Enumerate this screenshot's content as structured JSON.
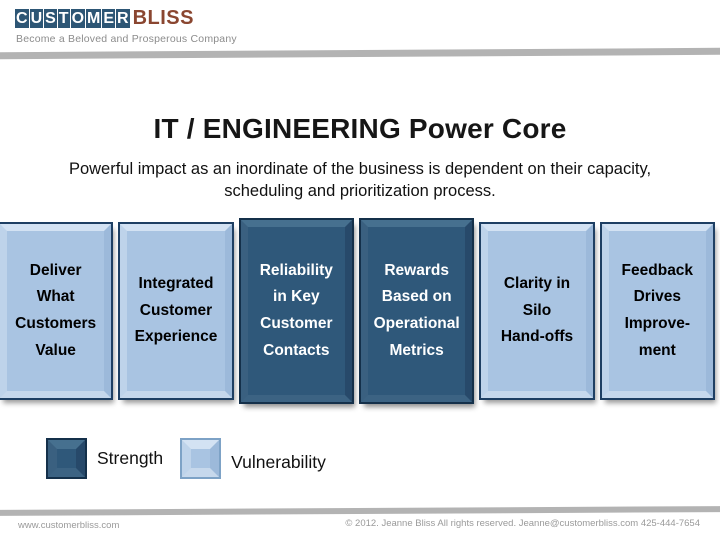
{
  "colors": {
    "strength": "#2f587a",
    "strength_ring": "#14304a",
    "vulnerability": "#a9c4e2",
    "vulnerability_ring": "#1e3f63",
    "logo_tile": "#2d5675",
    "logo_bliss": "#8a4630",
    "swoosh": "#b3b3b3"
  },
  "header": {
    "logo_word1": "CUSTOMER",
    "logo_word2": "BLISS",
    "tagline": "Become a Beloved and Prosperous Company"
  },
  "main": {
    "title": "IT / ENGINEERING Power Core",
    "subtitle": "Powerful impact as an inordinate of the business is dependent on their capacity,\nscheduling and prioritization process."
  },
  "boxes": [
    {
      "label": "Deliver\nWhat\nCustomers\nValue",
      "type": "vulnerability"
    },
    {
      "label": "Integrated\nCustomer\nExperience",
      "type": "vulnerability"
    },
    {
      "label": "Reliability\nin Key\nCustomer\nContacts",
      "type": "strength"
    },
    {
      "label": "Rewards\nBased on\nOperational\nMetrics",
      "type": "strength"
    },
    {
      "label": "Clarity in\nSilo\nHand-offs",
      "type": "vulnerability"
    },
    {
      "label": "Feedback\nDrives\nImprove-\nment",
      "type": "vulnerability"
    }
  ],
  "legend": [
    {
      "label": "Strength",
      "type": "strength"
    },
    {
      "label": "Vulnerability",
      "type": "vulnerability"
    }
  ],
  "footer": {
    "left": "www.customerbliss.com",
    "right": "© 2012. Jeanne Bliss All rights reserved. Jeanne@customerbliss.com  425-444-7654"
  }
}
